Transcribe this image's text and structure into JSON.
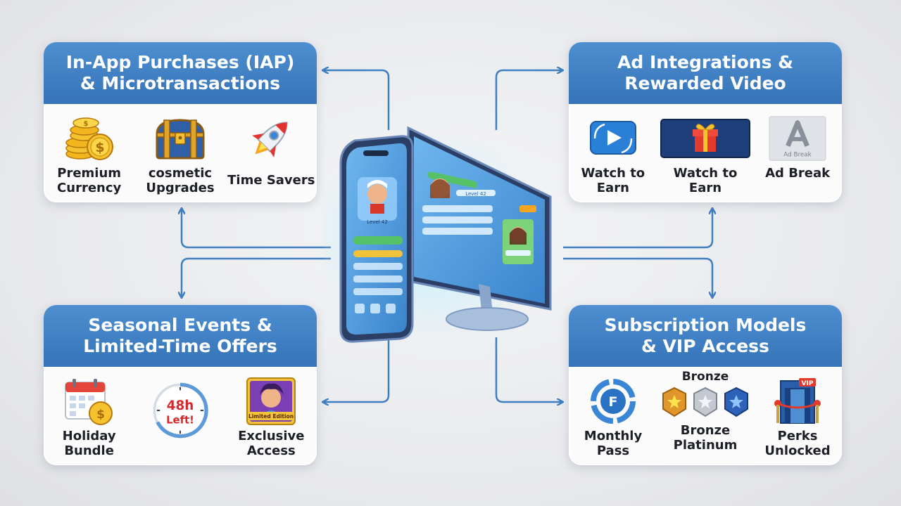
{
  "cards": {
    "iap": {
      "title": [
        "In-App Purchases (IAP)",
        "& Microtransactions"
      ],
      "items": [
        {
          "label": [
            "Premium",
            "Currency"
          ],
          "icon": "coin-stack-icon"
        },
        {
          "label": [
            "cosmetic",
            "Upgrades"
          ],
          "icon": "treasure-chest-icon"
        },
        {
          "label": [
            "Time Savers"
          ],
          "icon": "rocket-icon"
        }
      ]
    },
    "ads": {
      "title": [
        "Ad Integrations &",
        "Rewarded Video"
      ],
      "items": [
        {
          "label": [
            "Watch to",
            "Earn"
          ],
          "icon": "play-video-icon"
        },
        {
          "label": [
            "Watch to Earn"
          ],
          "icon": "gift-box-icon"
        },
        {
          "label": [
            "Ad Break"
          ],
          "icon": "ad-break-icon",
          "caption": "Ad Break"
        }
      ]
    },
    "seasonal": {
      "title": [
        "Seasonal Events &",
        "Limited-Time Offers"
      ],
      "items": [
        {
          "label": [
            "Holiday",
            "Bundle"
          ],
          "icon": "calendar-coin-icon"
        },
        {
          "label": [],
          "icon": "timer-icon",
          "timer": [
            "48h",
            "Left!"
          ]
        },
        {
          "label": [
            "Exclusive",
            "Access"
          ],
          "icon": "limited-edition-card-icon",
          "caption": "Limited Edition"
        }
      ]
    },
    "subscription": {
      "title": [
        "Subscription Models",
        "& VIP Access"
      ],
      "items": [
        {
          "label": [
            "Monthly",
            "Pass"
          ],
          "icon": "monthly-cycle-icon"
        },
        {
          "label": [
            "Bronze",
            "Platinum"
          ],
          "icon": "tier-badges-icon",
          "caption_top": "Bronze"
        },
        {
          "label": [
            "Perks",
            "Unlocked"
          ],
          "icon": "vip-door-icon",
          "caption": "VIP"
        }
      ]
    }
  },
  "device": {
    "phone_level": "Level 42",
    "monitor_level": "Level 42"
  },
  "colors": {
    "header": "#3d7fc2",
    "arrow": "#3f7fc0",
    "text": "#1c1f26"
  }
}
